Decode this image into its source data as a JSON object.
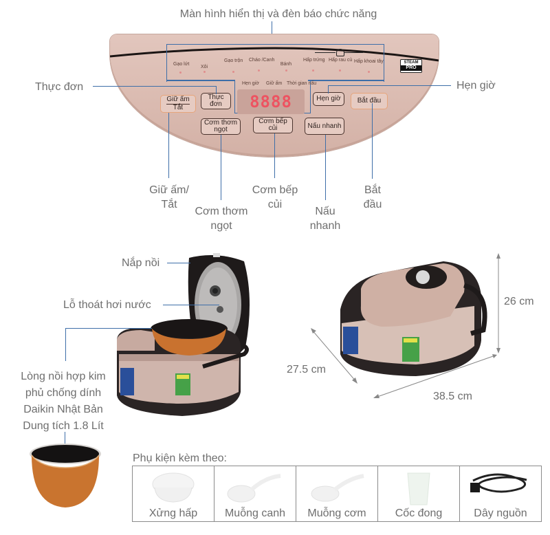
{
  "panel": {
    "title": "Màn hình hiển thị và đèn báo chức năng",
    "modes": [
      "Gạo lứt",
      "Xôi",
      "Gạo trộn",
      "Cháo /Canh",
      "Bánh",
      "Hấp trứng",
      "Hấp rau củ",
      "Hấp khoai tây"
    ],
    "indicators": [
      "Hẹn giờ",
      "Giữ ấm",
      "Thời gian nấu"
    ],
    "display_digits": "8888",
    "badge_top": "STEAM",
    "badge_bottom": "PRO",
    "buttons": {
      "keep_warm": "Giữ ấm\nTắt",
      "menu": "Thực đơn",
      "timer": "Hẹn giờ",
      "start": "Bắt đầu",
      "fragrant_rice": "Cơm thơm ngọt",
      "wood_fire_rice": "Cơm bếp củi",
      "quick_cook": "Nấu nhanh"
    }
  },
  "callouts": {
    "menu": "Thực đơn",
    "timer": "Hẹn giờ",
    "keep_warm_line1": "Giữ ấm/",
    "keep_warm_line2": "Tắt",
    "fragrant_line1": "Cơm thơm",
    "fragrant_line2": "ngọt",
    "wood_line1": "Cơm bếp",
    "wood_line2": "củi",
    "quick_line1": "Nấu",
    "quick_line2": "nhanh",
    "start_line1": "Bắt",
    "start_line2": "đầu",
    "lid": "Nắp nồi",
    "steam_vent": "Lỗ thoát hơi nước",
    "inner_pot_line1": "Lòng nồi hợp kim",
    "inner_pot_line2": "phủ chống dính",
    "inner_pot_line3": "Daikin Nhật Bản",
    "inner_pot_line4": "Dung tích 1.8 Lít"
  },
  "dimensions": {
    "height": "26 cm",
    "depth": "27.5 cm",
    "width": "38.5 cm"
  },
  "accessories": {
    "heading": "Phụ kiện kèm theo:",
    "items": [
      "Xửng hấp",
      "Muỗng canh",
      "Muỗng cơm",
      "Cốc đong",
      "Dây nguồn"
    ]
  }
}
